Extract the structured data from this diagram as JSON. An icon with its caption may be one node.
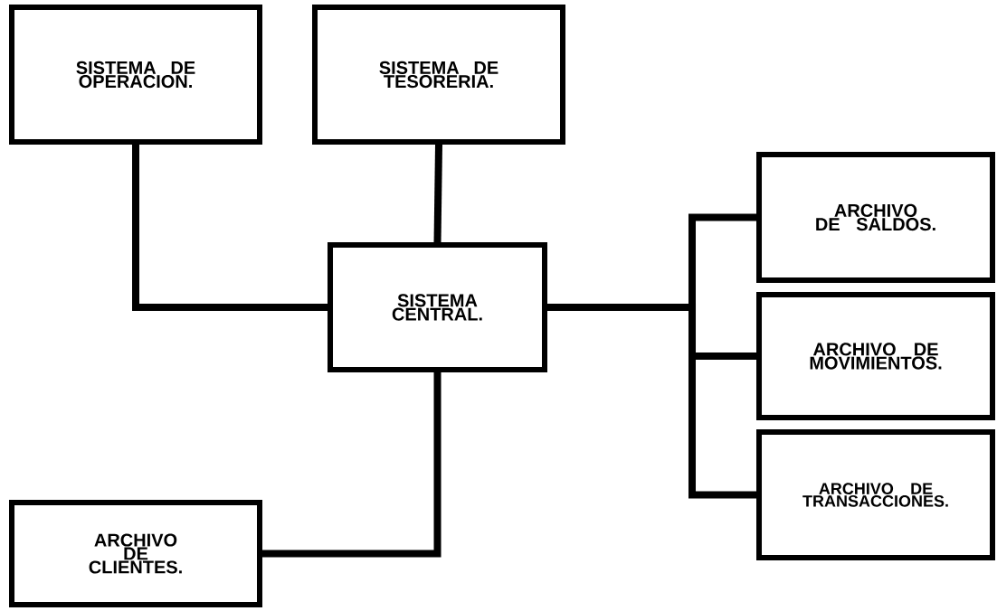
{
  "diagram": {
    "nodes": [
      {
        "text": [
          "SISTEMA DE OPERACION."
        ]
      },
      {
        "text": [
          "SISTEMA DE TESORERIA."
        ]
      },
      {
        "text": [
          "SISTEMA CENTRAL."
        ]
      },
      {
        "text": [
          "ARCHIVO DE SALDOS."
        ]
      },
      {
        "text": [
          "ARCHIVO DE MOVIMIENTOS."
        ]
      },
      {
        "text": [
          "ARCHIVO DE TRANSACCIONES."
        ]
      },
      {
        "text": [
          "ARCHIVO DE CLIENTES."
        ]
      }
    ],
    "edges": [
      {
        "from": 0,
        "to": 2,
        "arrow": "none"
      },
      {
        "from": 1,
        "to": 2,
        "arrow": "none"
      },
      {
        "from": 2,
        "to": 3,
        "arrow": "none"
      },
      {
        "from": 2,
        "to": 4,
        "arrow": "none"
      },
      {
        "from": 2,
        "to": 5,
        "arrow": "none"
      },
      {
        "from": 2,
        "to": 6,
        "arrow": "none"
      }
    ]
  }
}
